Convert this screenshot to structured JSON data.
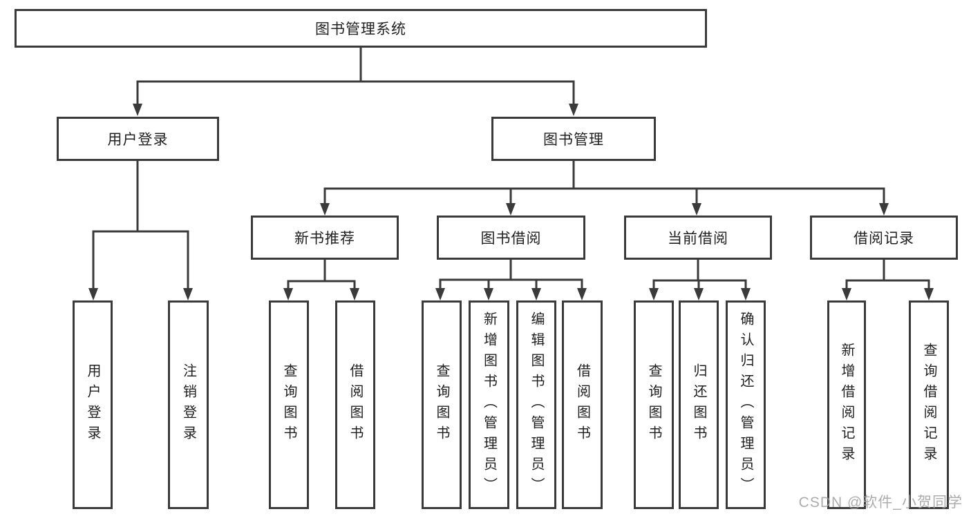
{
  "diagram": {
    "watermark": "CSDN @软件_小贺同学",
    "colors": {
      "line": "#3a3a3a",
      "text": "#1f1f1f",
      "background": "#ffffff",
      "watermark": "#9e9e9e"
    },
    "tree": {
      "root": {
        "label": "图书管理系统",
        "children": [
          {
            "label": "用户登录",
            "children": [
              {
                "label": "用户登录"
              },
              {
                "label": "注销登录"
              }
            ]
          },
          {
            "label": "图书管理",
            "children": [
              {
                "label": "新书推荐",
                "children": [
                  {
                    "label": "查询图书"
                  },
                  {
                    "label": "借阅图书"
                  }
                ]
              },
              {
                "label": "图书借阅",
                "children": [
                  {
                    "label": "查询图书"
                  },
                  {
                    "label": "新增图书（管理员）"
                  },
                  {
                    "label": "编辑图书（管理员）"
                  },
                  {
                    "label": "借阅图书"
                  }
                ]
              },
              {
                "label": "当前借阅",
                "children": [
                  {
                    "label": "查询图书"
                  },
                  {
                    "label": "归还图书"
                  },
                  {
                    "label": "确认归还（管理员）"
                  }
                ]
              },
              {
                "label": "借阅记录",
                "children": [
                  {
                    "label": "新增借阅记录"
                  },
                  {
                    "label": "查询借阅记录"
                  }
                ]
              }
            ]
          }
        ]
      }
    }
  }
}
